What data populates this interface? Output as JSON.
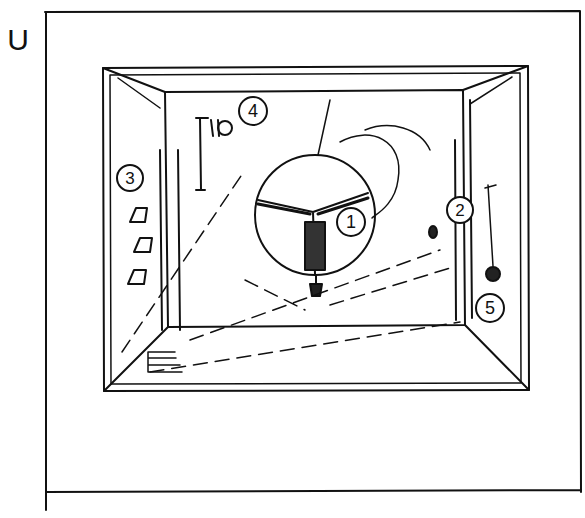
{
  "diagram": {
    "labels": [
      "U",
      "1",
      "2",
      "3",
      "4",
      "5"
    ]
  }
}
